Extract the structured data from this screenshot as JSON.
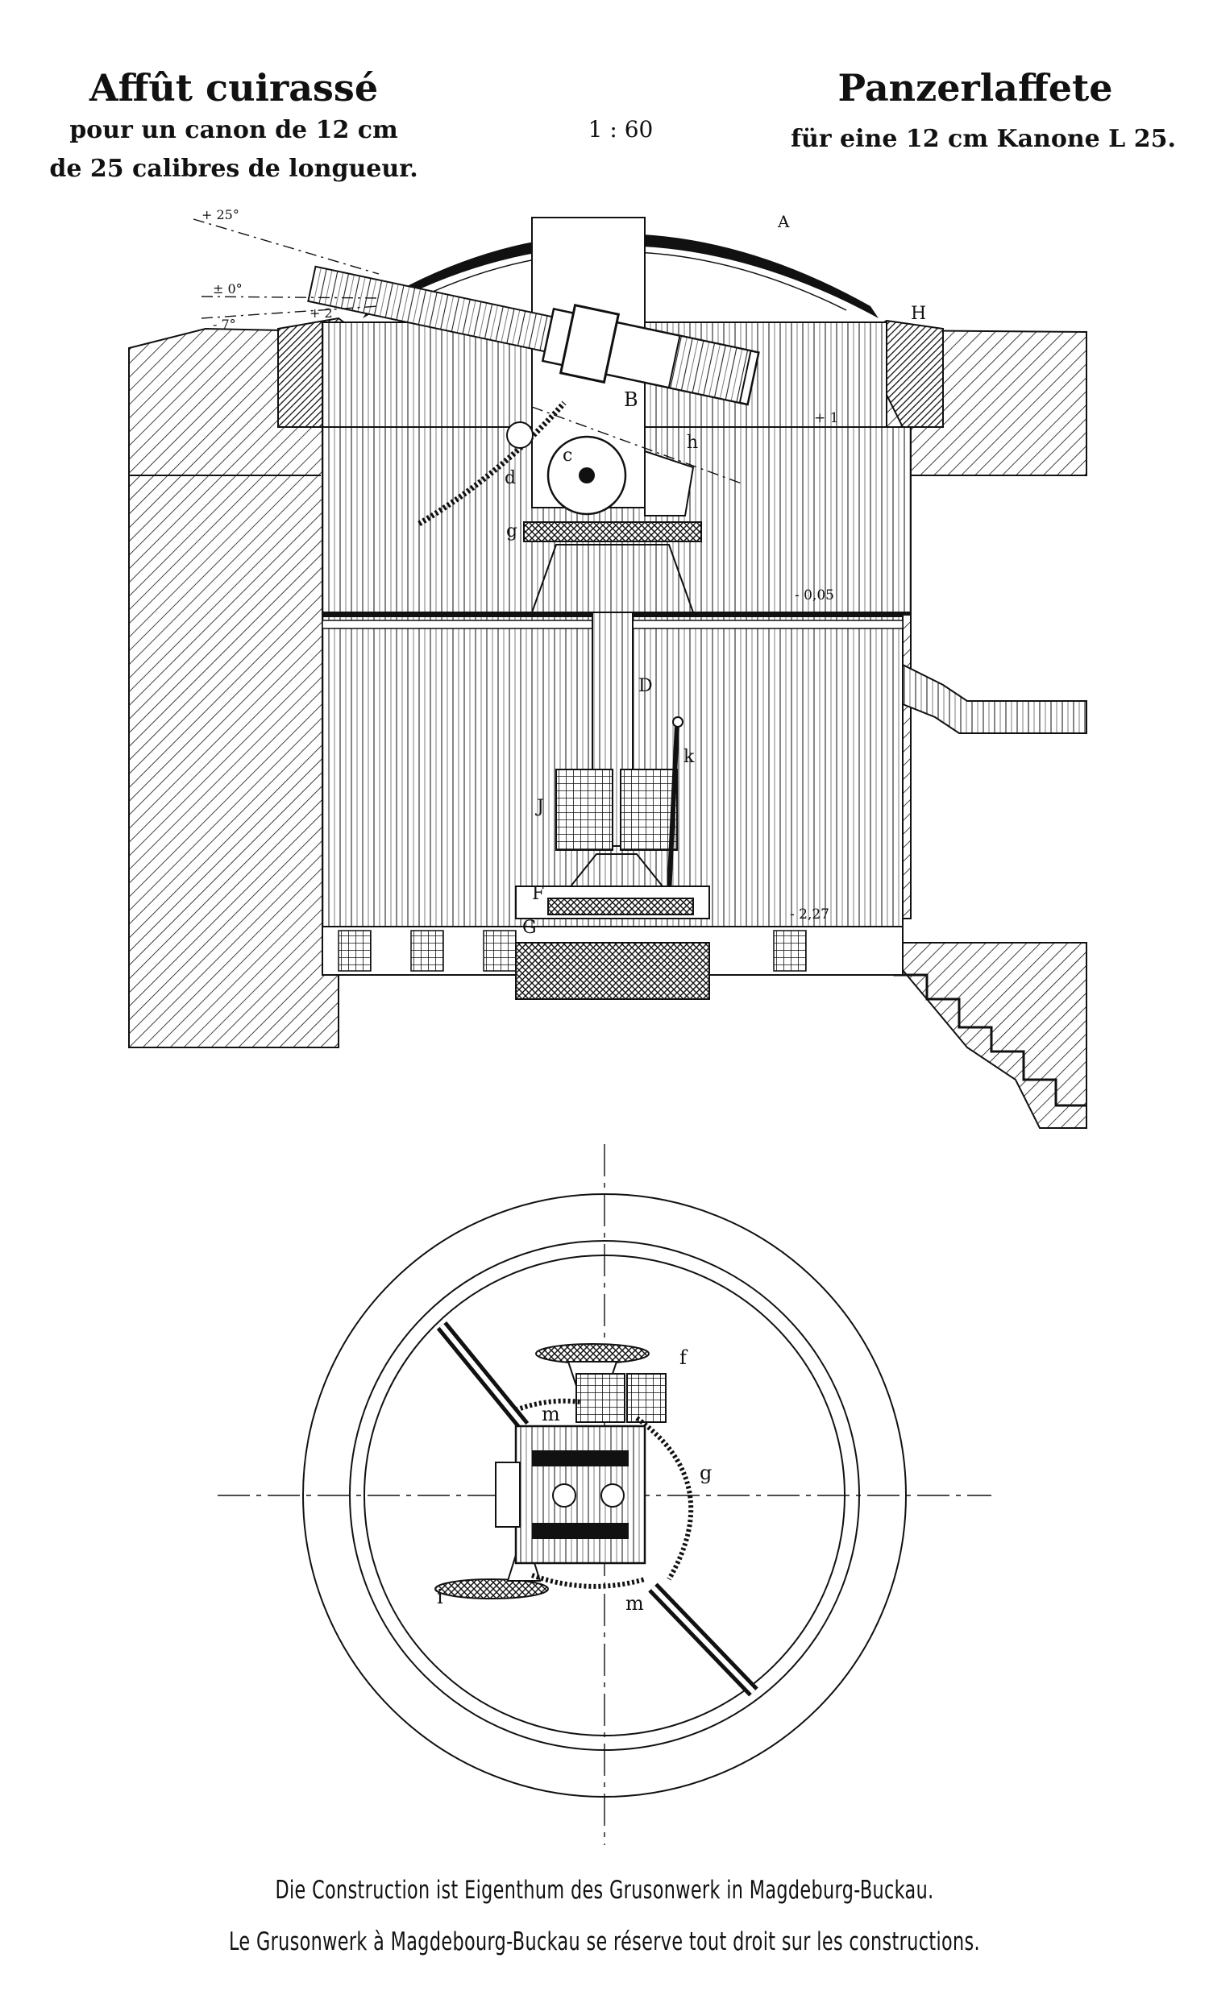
{
  "header": {
    "title_fr": "Affût cuirassé",
    "subtitle_fr_1": "pour un canon de 12 cm",
    "subtitle_fr_2": "de 25 calibres de longueur.",
    "scale": "1 : 60",
    "title_de": "Panzerlaffete",
    "subtitle_de": "für eine 12 cm Kanone L 25."
  },
  "section_labels": {
    "angle_plus25": "+ 25°",
    "angle_zero": "± 0°",
    "angle_minus7": "- 7°",
    "angle_plus2": "+ 2",
    "A": "A",
    "H": "H",
    "B": "B",
    "c": "c",
    "d": "d",
    "h": "h",
    "g": "g",
    "elev_plus1": "+ 1",
    "elev_minus005": "- 0,05",
    "D": "D",
    "k": "k",
    "J": "J",
    "F": "F",
    "G": "G",
    "elev_minus227": "- 2,27"
  },
  "plan_labels": {
    "f": "f",
    "m_top": "m",
    "g": "g",
    "i": "i",
    "m_bottom": "m"
  },
  "footer": {
    "line_de": "Die Construction ist Eigenthum des Grusonwerk in Magdeburg-Buckau.",
    "line_fr": "Le Grusonwerk à Magdebourg-Buckau se réserve tout droit sur les constructions."
  },
  "colors": {
    "ink": "#111111",
    "paper": "#ffffff"
  }
}
